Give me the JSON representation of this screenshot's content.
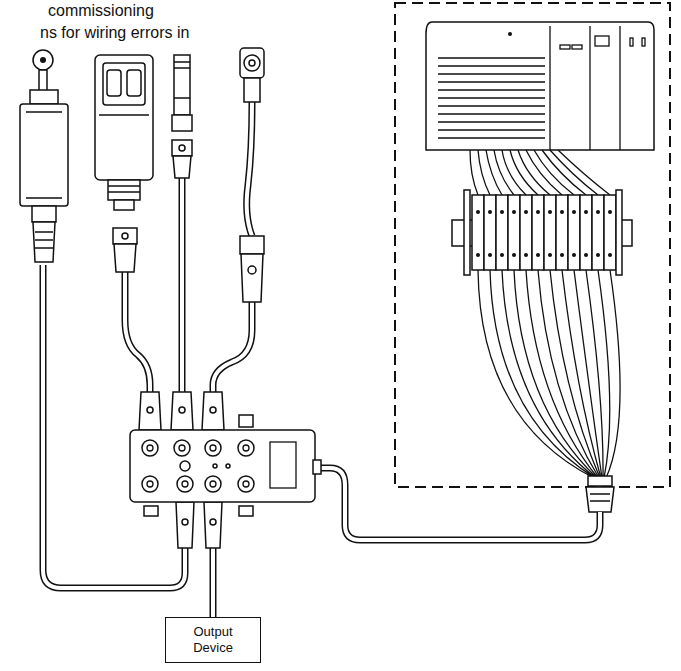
{
  "diagram": {
    "nodes": [
      {
        "text": [
          "Output Device"
        ]
      }
    ],
    "labels": [
      "commissioning",
      "ns for wiring errors in"
    ]
  }
}
